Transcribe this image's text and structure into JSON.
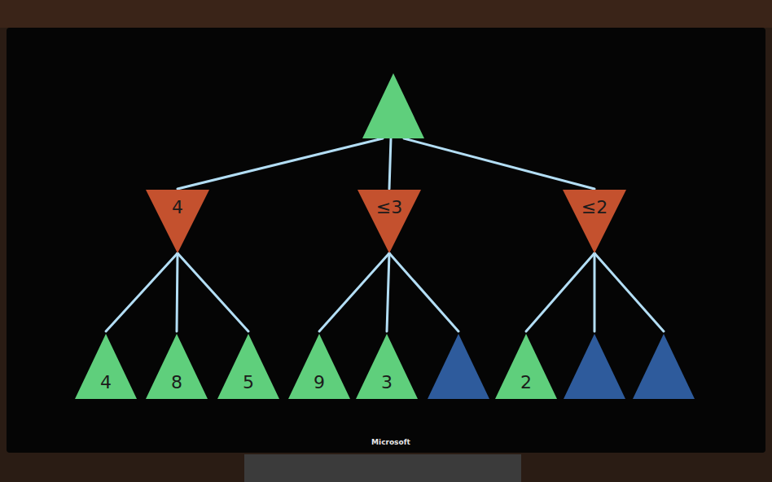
{
  "diagram": {
    "nodes": [
      {
        "text": [
          "4"
        ]
      },
      {
        "text": [
          "≤3"
        ]
      },
      {
        "text": [
          "≤2"
        ]
      },
      {
        "text": [
          "4"
        ]
      },
      {
        "text": [
          "8"
        ]
      },
      {
        "text": [
          "5"
        ]
      },
      {
        "text": [
          "9"
        ]
      },
      {
        "text": [
          "3"
        ]
      },
      {
        "text": [
          "2"
        ]
      }
    ],
    "edges": [
      {
        "from": 0,
        "to": 3,
        "arrow": "none"
      },
      {
        "from": 0,
        "to": 4,
        "arrow": "none"
      },
      {
        "from": 0,
        "to": 5,
        "arrow": "none"
      },
      {
        "from": 1,
        "to": 6,
        "arrow": "none"
      },
      {
        "from": 1,
        "to": 7,
        "arrow": "none"
      },
      {
        "from": 2,
        "to": 8,
        "arrow": "none"
      }
    ],
    "labels": [
      "Microsoft"
    ]
  }
}
